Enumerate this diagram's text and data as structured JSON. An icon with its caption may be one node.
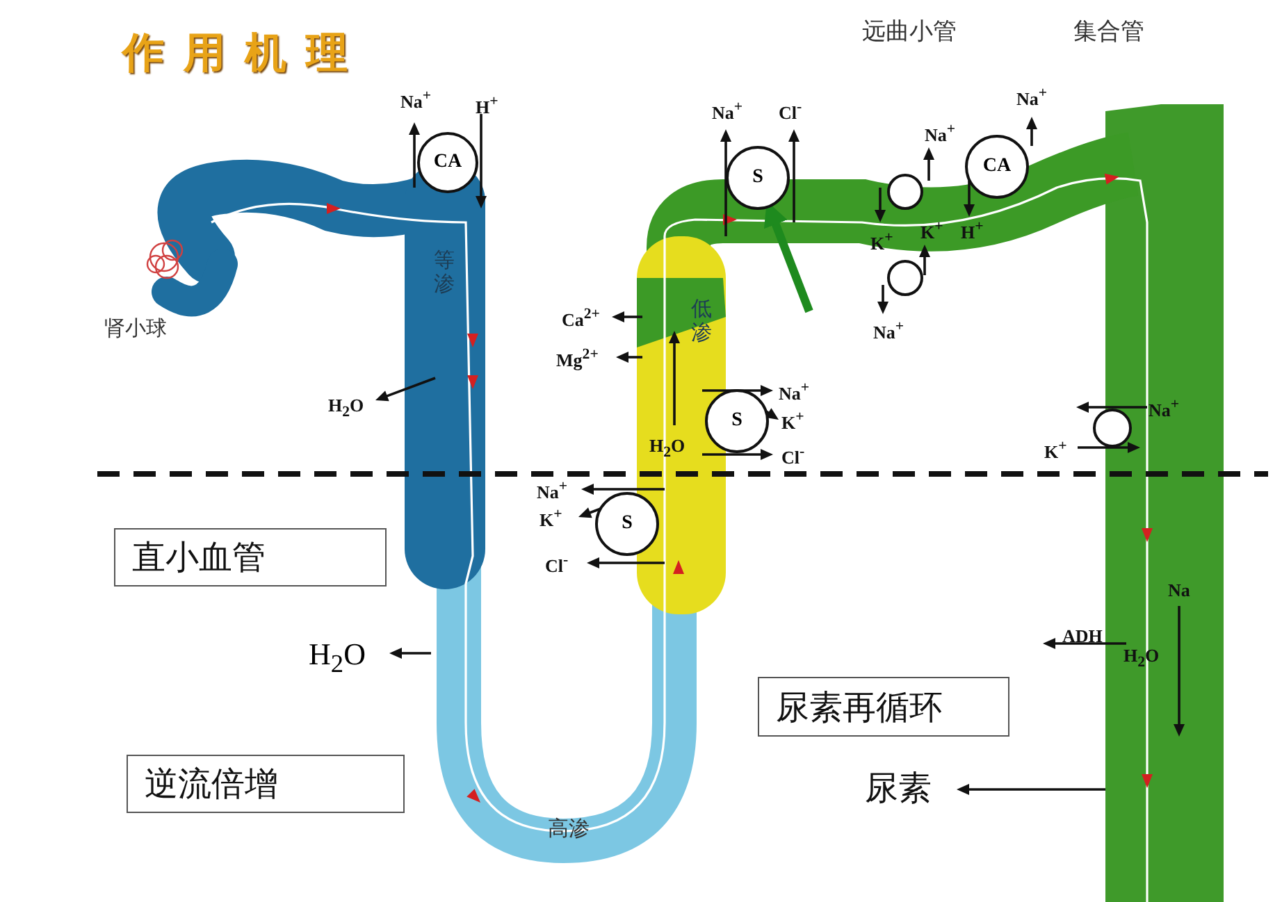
{
  "diagram": {
    "title": "作用机理",
    "nodes": [
      {
        "text": [
          "CA"
        ]
      },
      {
        "text": [
          "S"
        ]
      },
      {
        "text": [],
        "shape": "circle"
      },
      {
        "text": [
          "CA"
        ]
      },
      {
        "text": [],
        "shape": "circle"
      },
      {
        "text": [
          "S"
        ]
      },
      {
        "text": [],
        "shape": "circle"
      },
      {
        "text": [
          "S"
        ]
      },
      {
        "text": [
          "直小血管"
        ]
      },
      {
        "text": [
          "尿素再循环"
        ]
      },
      {
        "text": [
          "逆流倍增"
        ]
      }
    ],
    "edges": [
      {
        "from": null,
        "to": 1,
        "arrow": "to",
        "color": "#1e8a1e"
      }
    ],
    "labels": [
      "远曲小管",
      "集合管",
      "Na$^{+}$",
      "H$^{+}$",
      "Na$^{+}$",
      "Cl$^{-}$",
      "Na$^{+}$",
      "Na$^{+}$",
      "K$^{+}$",
      "K$^{+}$",
      "H$^{+}$",
      "肾小球",
      "等渗",
      "低渗",
      "Na$^{+}$",
      "Ca$^{2+}$",
      "Mg$^{2+}$",
      "H$_{2}$O",
      "Na$^{+}$",
      "K$^{+}$",
      "Na$^{+}$",
      "H$_{2}$O",
      "Cl$^{-}$",
      "K$^{+}$",
      "Na$^{+}$",
      "K$^{+}$",
      "Cl$^{-}$",
      "Na",
      "ADH",
      "H$_{2}$O",
      "H$_{2}$O",
      "尿素",
      "高渗"
    ]
  }
}
